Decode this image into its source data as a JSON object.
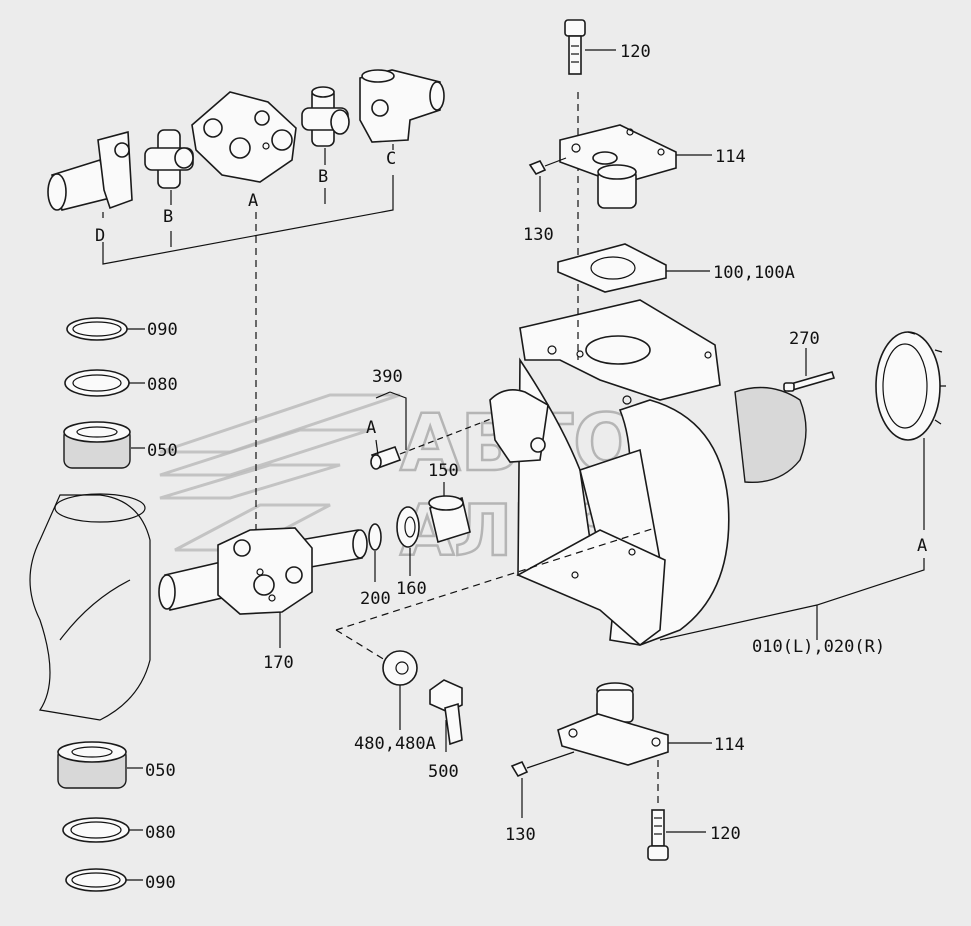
{
  "labels": {
    "p120_top": "120",
    "p114_top": "114",
    "p130_top": "130",
    "p100": "100,100A",
    "p270": "270",
    "p390": "390",
    "a_390": "A",
    "p150": "150",
    "p160": "160",
    "p200": "200",
    "p170": "170",
    "p480": "480,480A",
    "p500": "500",
    "a_right": "A",
    "p010": "010(L),020(R)",
    "p114_bot": "114",
    "p130_bot": "130",
    "p120_bot": "120",
    "p090_top": "090",
    "p080_top": "080",
    "p050_top": "050",
    "p050_bot": "050",
    "p080_bot": "080",
    "p090_bot": "090",
    "d": "D",
    "b1": "B",
    "a_top": "A",
    "b2": "B",
    "c": "C"
  },
  "watermark": {
    "line1": "АВТО",
    "line2": "АЛЬЯНС"
  },
  "colors": {
    "background": "#ececec",
    "ink": "#1a1a1a",
    "watermark": "#b9b9b9"
  }
}
